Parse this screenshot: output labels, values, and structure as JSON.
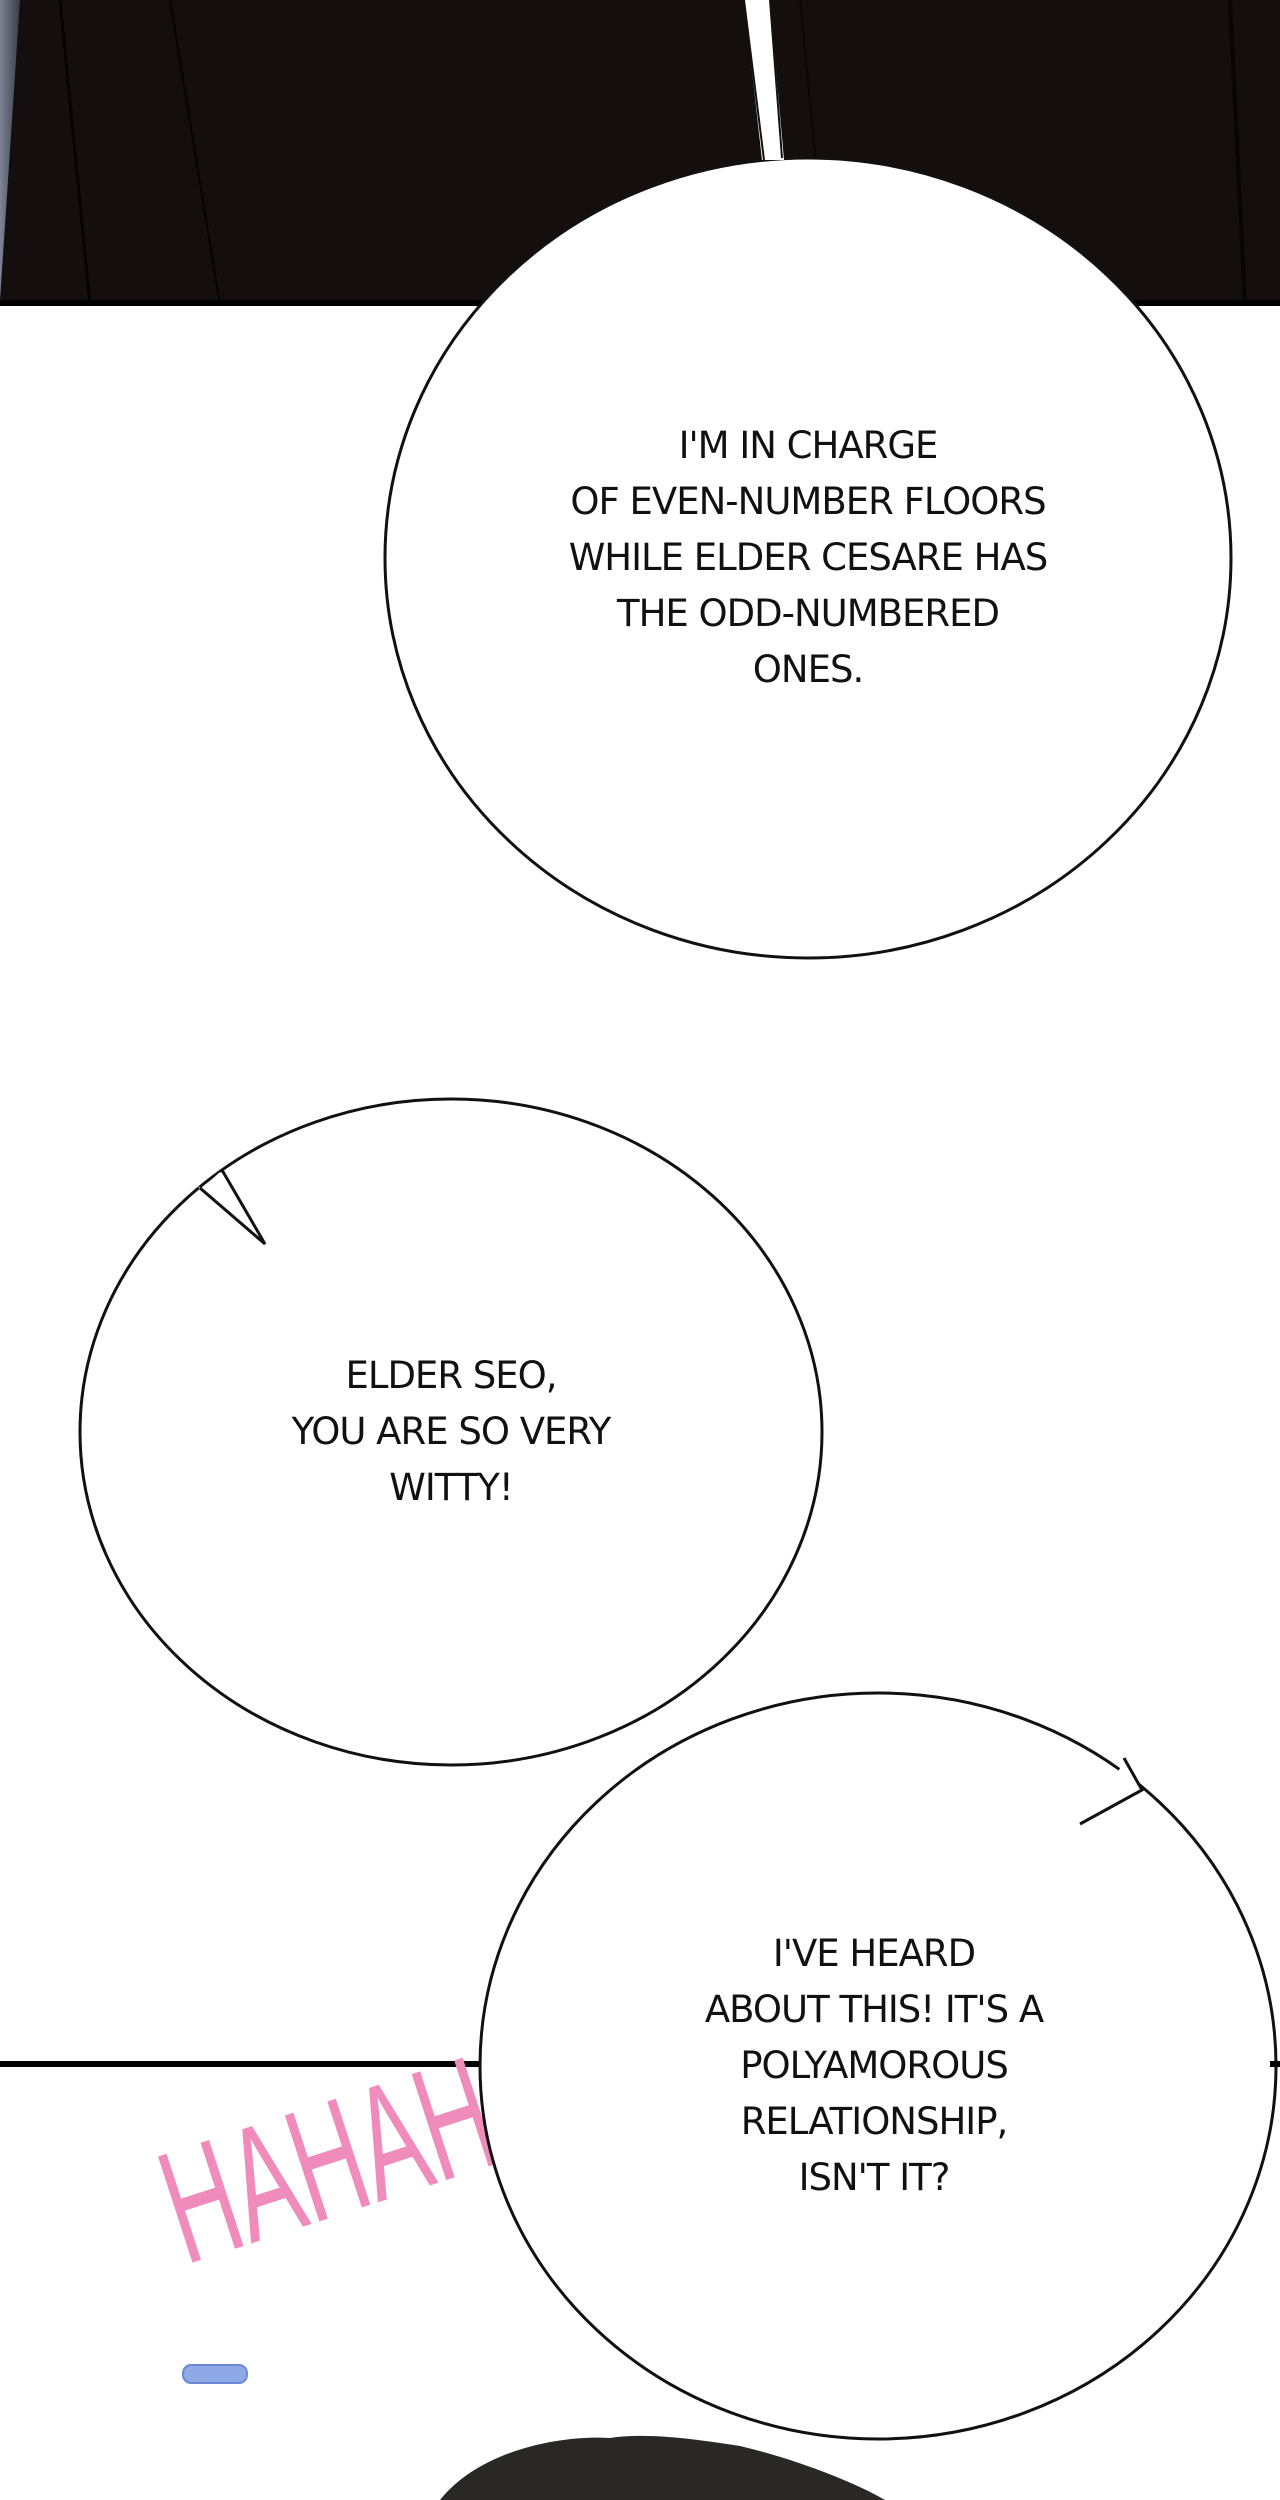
{
  "bubbles": [
    {
      "lines": [
        "I'M IN CHARGE",
        "OF EVEN-NUMBER FLOORS",
        "WHILE ELDER CESARE HAS",
        "THE ODD-NUMBERED",
        "ONES."
      ]
    },
    {
      "lines": [
        "ELDER SEO,",
        "YOU ARE SO VERY",
        "WITTY!"
      ]
    },
    {
      "lines": [
        "I'VE HEARD",
        "ABOUT THIS! IT'S A",
        "POLYAMOROUS",
        "RELATIONSHIP,",
        "ISN'T IT?"
      ]
    }
  ],
  "sfx": {
    "text": "HAHAHA",
    "color": "#f08cbc"
  },
  "colors": {
    "dark_panel": "#140f0e",
    "ring": "#8fa8e6",
    "hair": "#2a2727"
  }
}
